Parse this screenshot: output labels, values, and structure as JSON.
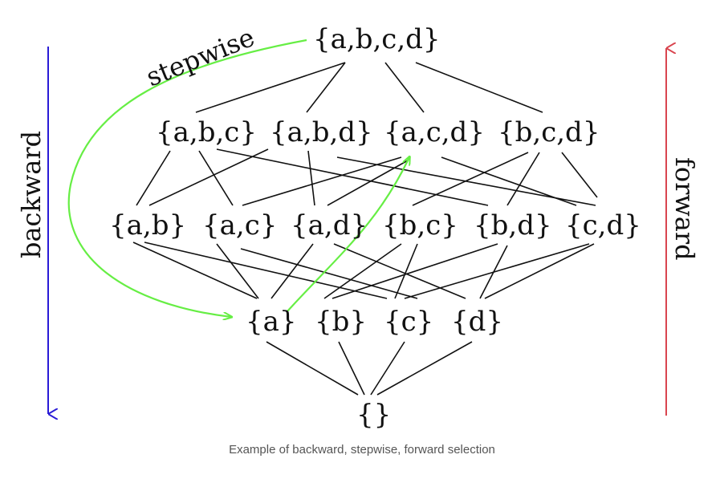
{
  "diagram": {
    "levels": {
      "level4": [
        "{a,b,c,d}"
      ],
      "level3": [
        "{a,b,c}",
        "{a,b,d}",
        "{a,c,d}",
        "{b,c,d}"
      ],
      "level2": [
        "{a,b}",
        "{a,c}",
        "{a,d}",
        "{b,c}",
        "{b,d}",
        "{c,d}"
      ],
      "level1": [
        "{a}",
        "{b}",
        "{c}",
        "{d}"
      ],
      "level0": [
        "{}"
      ]
    },
    "labels": {
      "backward": "backward",
      "stepwise": "stepwise",
      "forward": "forward"
    },
    "colors": {
      "backward": "#2a1bd6",
      "forward": "#d9454f",
      "stepwise": "#66ee44",
      "edges": "#111111"
    }
  },
  "caption": "Example of backward, stepwise, forward selection"
}
